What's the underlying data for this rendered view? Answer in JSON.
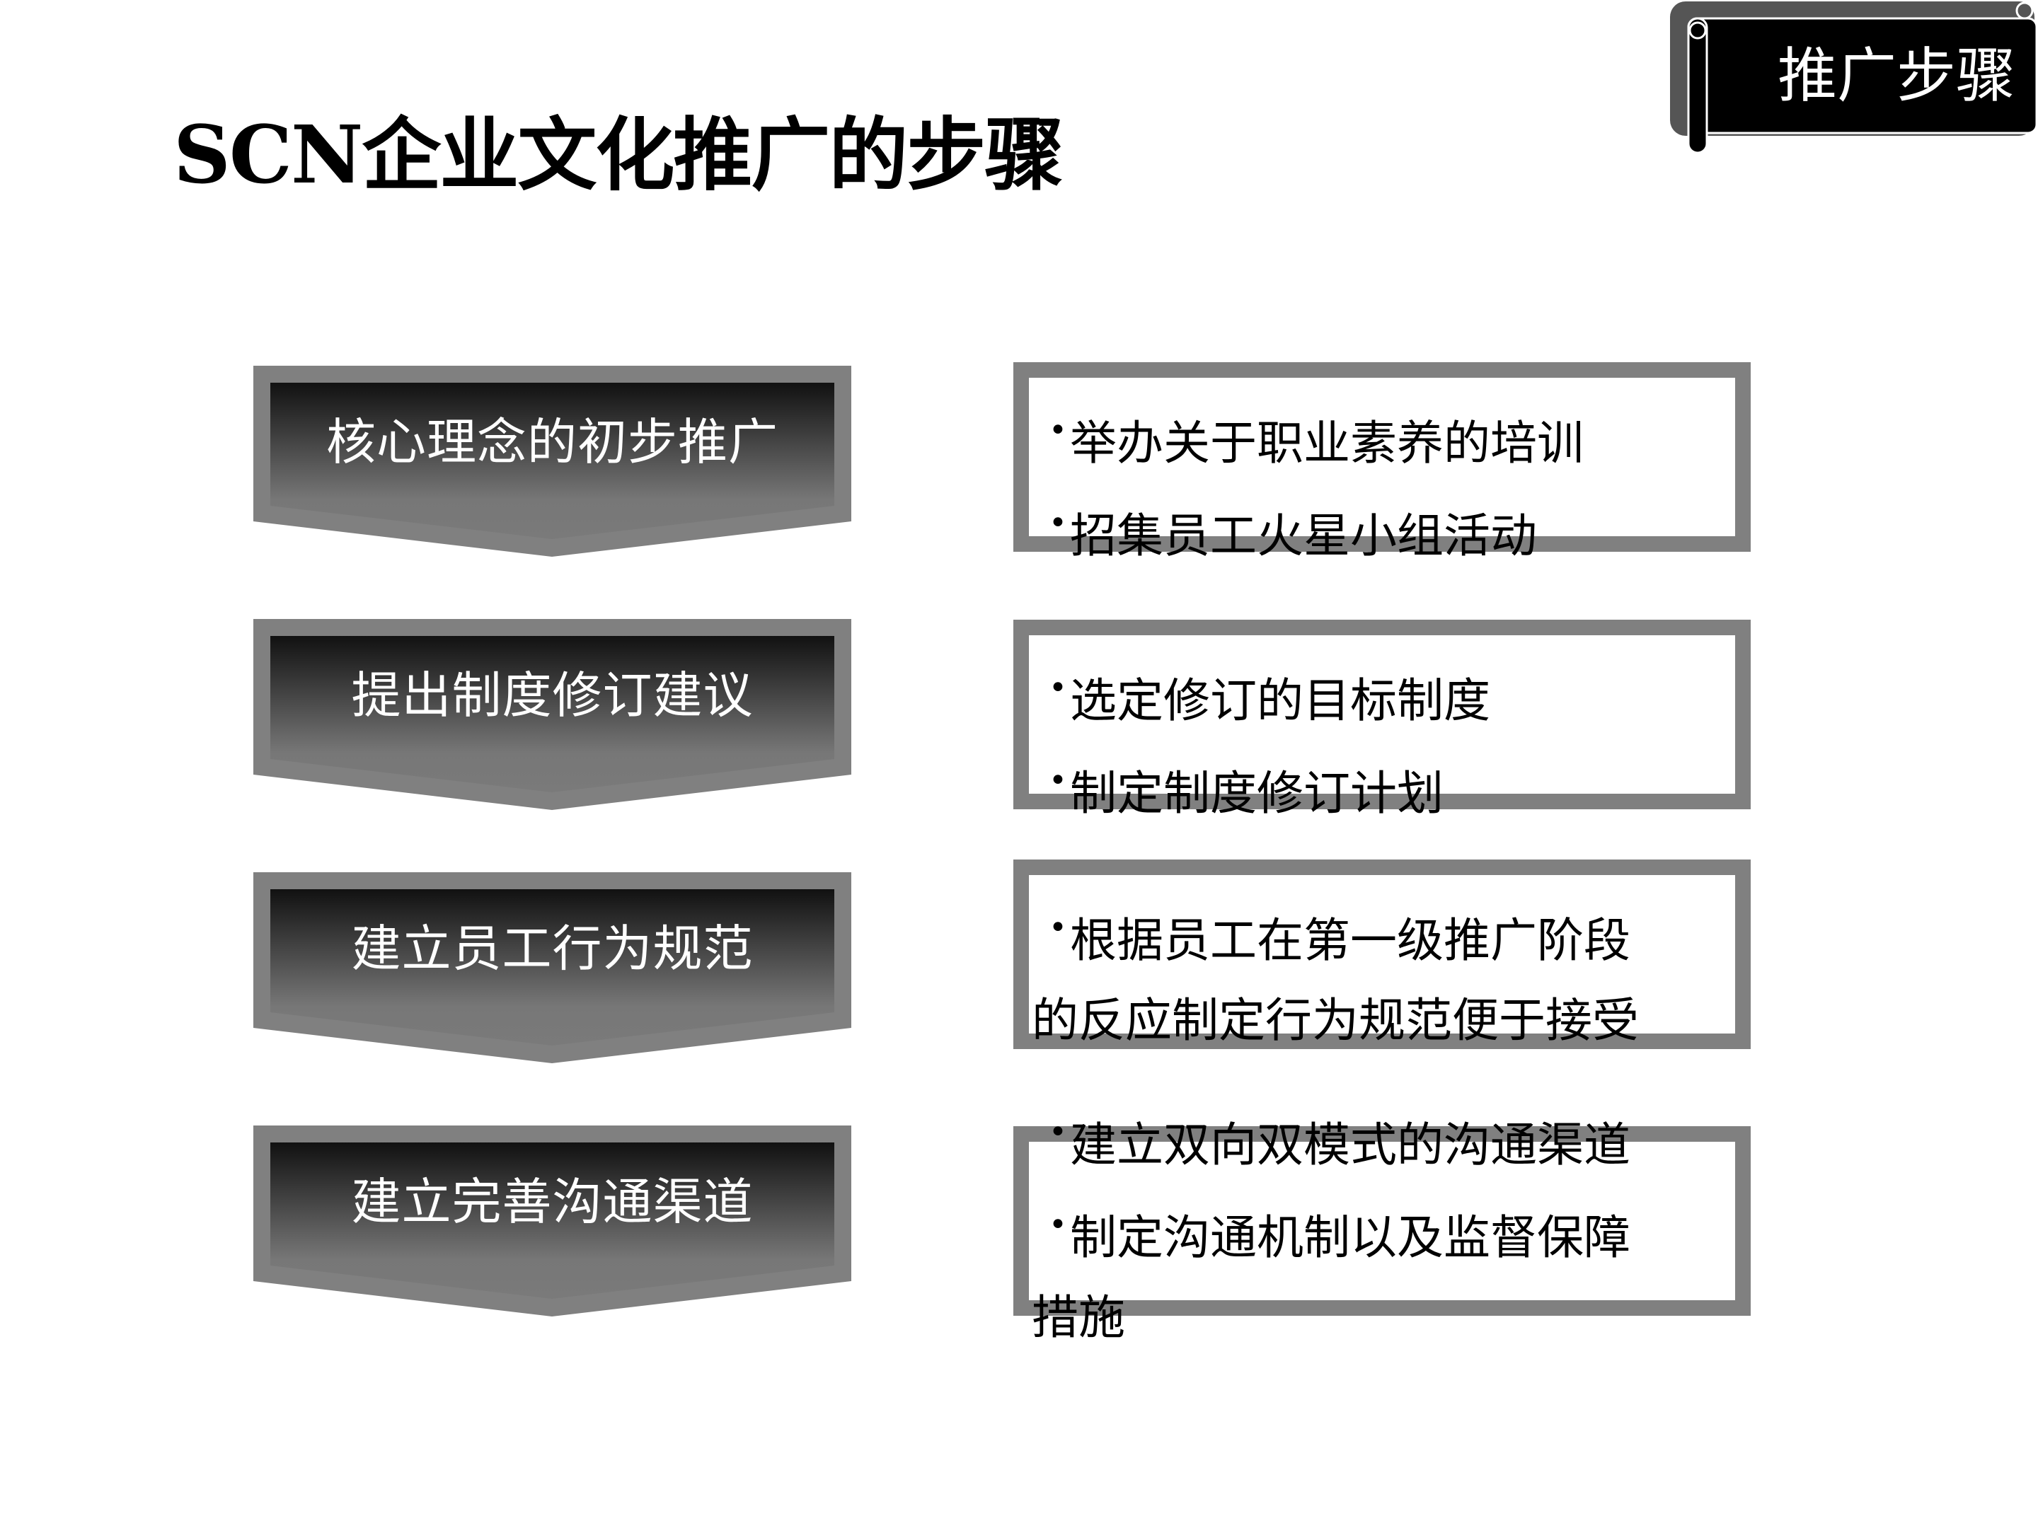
{
  "slide": {
    "title": "SCN企业文化推广的步骤",
    "badge": {
      "label": "推广步骤",
      "icon": "scroll-banner"
    },
    "colors": {
      "frame_gray": "#808080",
      "gradient_top": "#111111",
      "gradient_bottom": "#777777",
      "badge_back": "#555555",
      "badge_front": "#000000"
    },
    "steps": [
      {
        "label": "核心理念的初步推广",
        "details": [
          {
            "bullet": "•",
            "text": "举办关于职业素养的培训"
          },
          {
            "bullet": "•",
            "text": "招集员工火星小组活动"
          }
        ]
      },
      {
        "label": "提出制度修订建议",
        "details": [
          {
            "bullet": "•",
            "text": "选定修订的目标制度"
          },
          {
            "bullet": "•",
            "text": "制定制度修订计划"
          }
        ]
      },
      {
        "label": "建立员工行为规范",
        "details": [
          {
            "bullet": "•",
            "text": "根据员工在第一级推广阶段"
          },
          {
            "bullet": "",
            "text": "的反应制定行为规范便于接受"
          }
        ]
      },
      {
        "label": "建立完善沟通渠道",
        "details": [
          {
            "bullet": "•",
            "text": "建立双向双模式的沟通渠道"
          },
          {
            "bullet": "•",
            "text": "制定沟通机制以及监督保障"
          },
          {
            "bullet": "",
            "text": "措施"
          }
        ]
      }
    ]
  }
}
